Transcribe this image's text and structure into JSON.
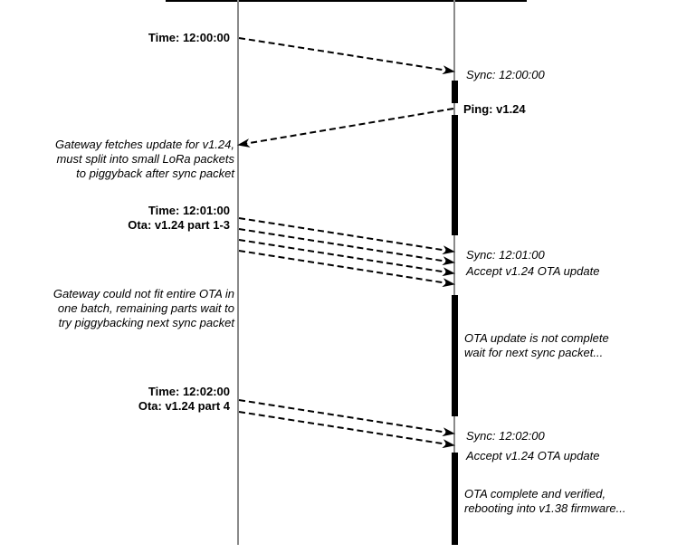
{
  "lifelines": {
    "gateway": {},
    "device": {}
  },
  "messages": [
    {
      "id": "time-1200",
      "lines": [
        "Time: 12:00:00"
      ],
      "style": "bold"
    },
    {
      "id": "sync-1200",
      "lines": [
        "Sync: 12:00:00"
      ],
      "style": "italic"
    },
    {
      "id": "ping",
      "lines": [
        "Ping: v1.24"
      ],
      "style": "bold"
    },
    {
      "id": "fetch-note",
      "lines": [
        "Gateway fetches update for v1.24,",
        "must split into small LoRa packets",
        "to piggyback after sync packet"
      ],
      "style": "italic"
    },
    {
      "id": "time-1201",
      "lines": [
        "Time: 12:01:00",
        "Ota: v1.24 part 1-3"
      ],
      "style": "bold"
    },
    {
      "id": "sync-1201",
      "lines": [
        "Sync: 12:01:00",
        "Accept v1.24 OTA update"
      ],
      "style": "italic"
    },
    {
      "id": "batch-note",
      "lines": [
        "Gateway could not fit entire OTA in",
        "one batch, remaining parts wait to",
        "try piggybacking next sync packet"
      ],
      "style": "italic"
    },
    {
      "id": "incomplete-note",
      "lines": [
        "OTA update is not complete",
        "wait for next sync packet..."
      ],
      "style": "italic"
    },
    {
      "id": "time-1202",
      "lines": [
        "Time: 12:02:00",
        "Ota: v1.24 part 4"
      ],
      "style": "bold"
    },
    {
      "id": "sync-1202",
      "lines": [
        "Sync: 12:02:00",
        "Accept v1.24 OTA update"
      ],
      "style": "italic"
    },
    {
      "id": "complete-note",
      "lines": [
        "OTA complete and verified,",
        "rebooting into v1.38 firmware..."
      ],
      "style": "italic"
    }
  ]
}
